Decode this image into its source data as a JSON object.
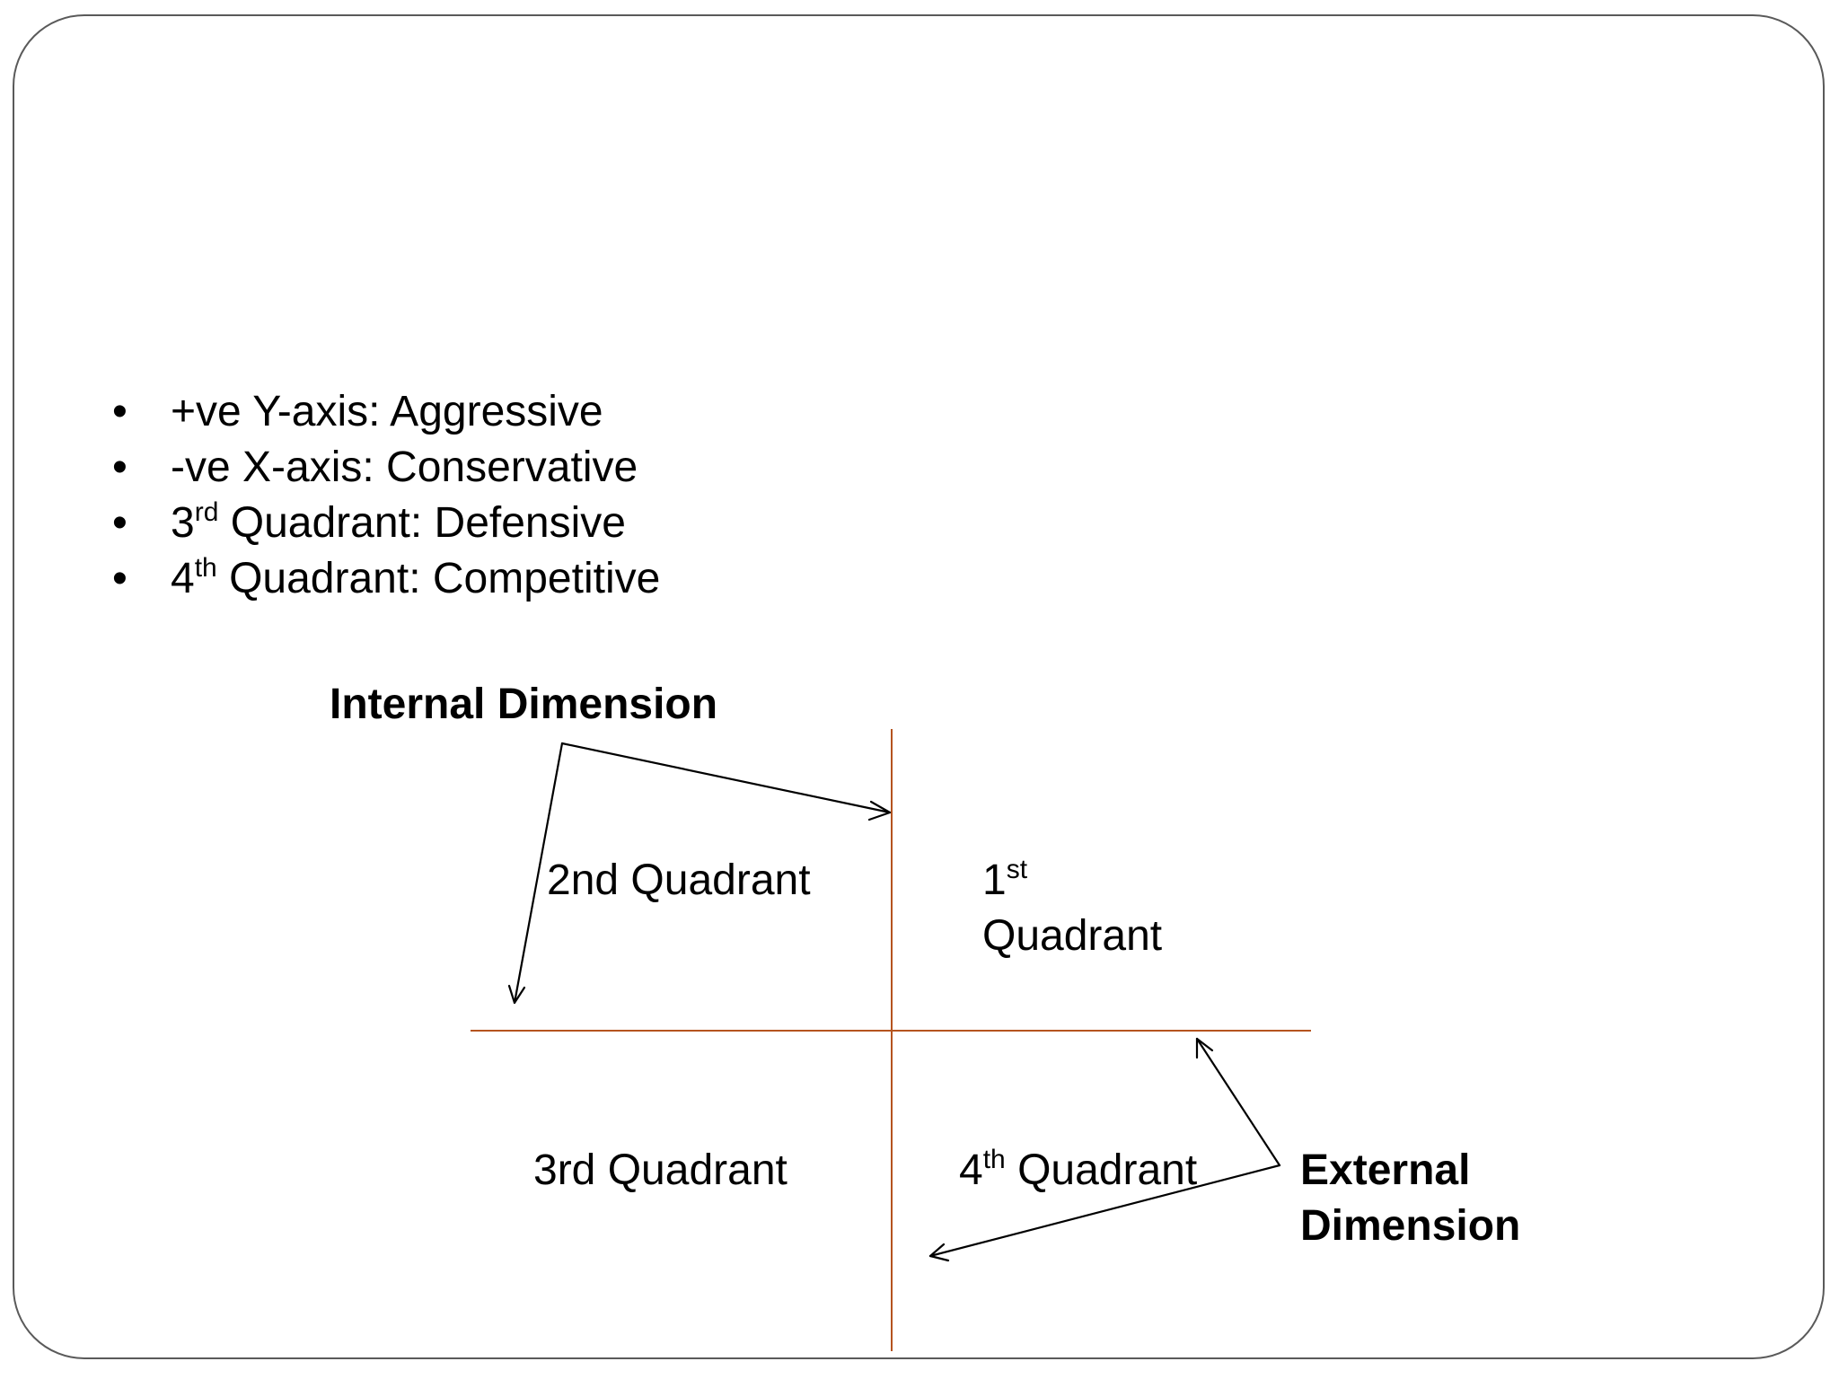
{
  "bullets": [
    {
      "pre": "+ve  Y-axis:  Aggressive",
      "sup": "",
      "post": ""
    },
    {
      "pre": "-ve X-axis: Conservative",
      "sup": "",
      "post": ""
    },
    {
      "pre": "3",
      "sup": "rd",
      "post": " Quadrant:  Defensive"
    },
    {
      "pre": "4",
      "sup": "th",
      "post": " Quadrant: Competitive"
    }
  ],
  "bullet_symbol": "•",
  "diagram": {
    "internal_dimension": "Internal Dimension",
    "external_dimension_line1": "External",
    "external_dimension_line2": "Dimension",
    "q2": "2nd Quadrant",
    "q1_num": "1",
    "q1_sup": "st",
    "q1_word": "Quadrant",
    "q3": "3rd Quadrant",
    "q4_num": "4",
    "q4_sup": "th",
    "q4_word": " Quadrant",
    "axis_color": "#b5541f",
    "arrow_color": "#000000"
  }
}
